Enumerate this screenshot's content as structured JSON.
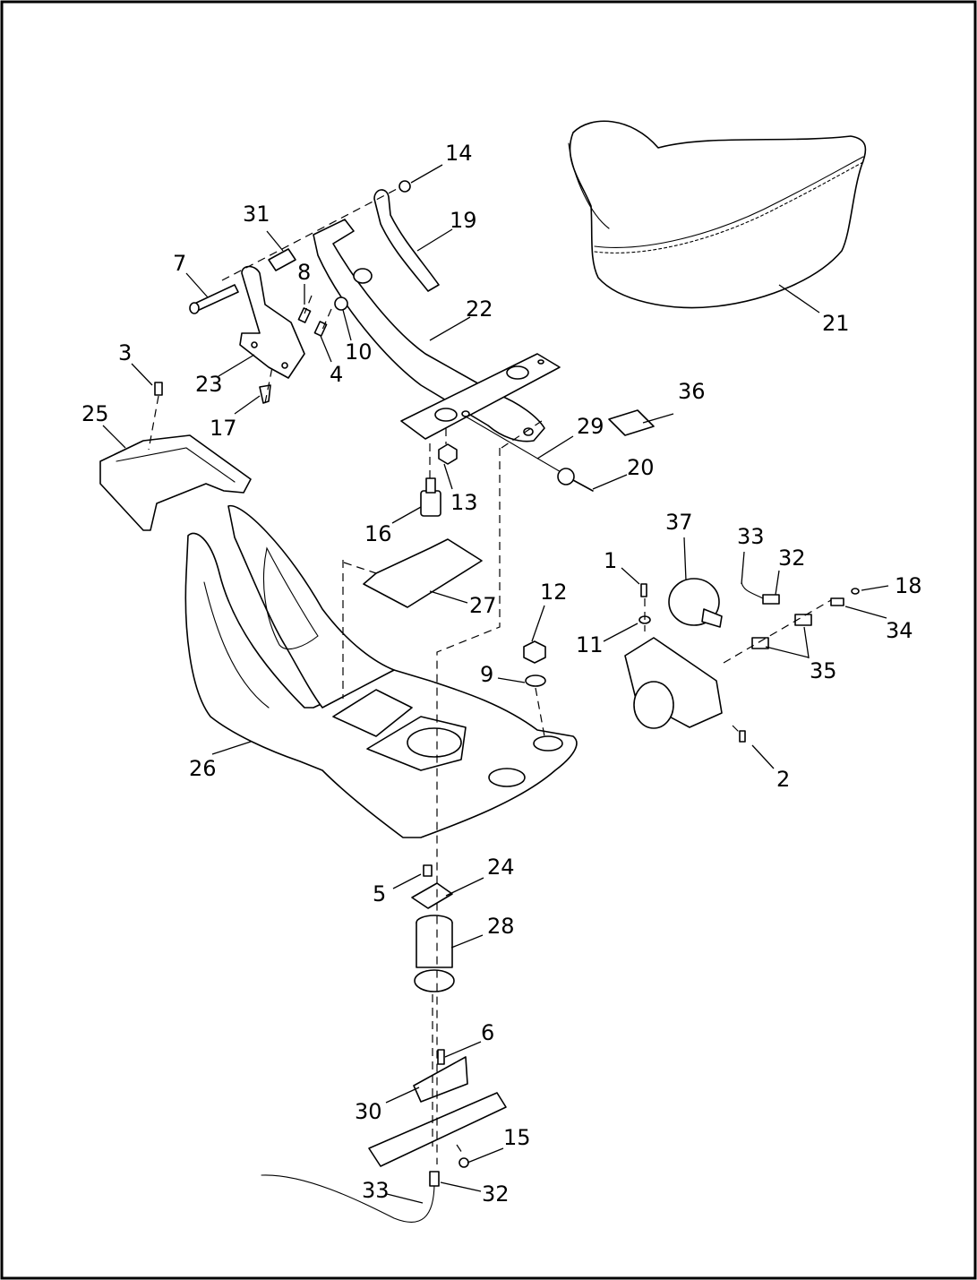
{
  "callouts": [
    {
      "id": "c1",
      "text": "1"
    },
    {
      "id": "c2",
      "text": "2"
    },
    {
      "id": "c3",
      "text": "3"
    },
    {
      "id": "c4",
      "text": "4"
    },
    {
      "id": "c5",
      "text": "5"
    },
    {
      "id": "c6",
      "text": "6"
    },
    {
      "id": "c7",
      "text": "7"
    },
    {
      "id": "c8",
      "text": "8"
    },
    {
      "id": "c9",
      "text": "9"
    },
    {
      "id": "c10",
      "text": "10"
    },
    {
      "id": "c11",
      "text": "11"
    },
    {
      "id": "c12",
      "text": "12"
    },
    {
      "id": "c13",
      "text": "13"
    },
    {
      "id": "c14",
      "text": "14"
    },
    {
      "id": "c15",
      "text": "15"
    },
    {
      "id": "c16",
      "text": "16"
    },
    {
      "id": "c17",
      "text": "17"
    },
    {
      "id": "c18",
      "text": "18"
    },
    {
      "id": "c19",
      "text": "19"
    },
    {
      "id": "c20",
      "text": "20"
    },
    {
      "id": "c21",
      "text": "21"
    },
    {
      "id": "c22",
      "text": "22"
    },
    {
      "id": "c23",
      "text": "23"
    },
    {
      "id": "c24",
      "text": "24"
    },
    {
      "id": "c25",
      "text": "25"
    },
    {
      "id": "c26",
      "text": "26"
    },
    {
      "id": "c27",
      "text": "27"
    },
    {
      "id": "c28",
      "text": "28"
    },
    {
      "id": "c29",
      "text": "29"
    },
    {
      "id": "c30",
      "text": "30"
    },
    {
      "id": "c31",
      "text": "31"
    },
    {
      "id": "c32a",
      "text": "32"
    },
    {
      "id": "c32b",
      "text": "32"
    },
    {
      "id": "c33a",
      "text": "33"
    },
    {
      "id": "c33b",
      "text": "33"
    },
    {
      "id": "c34",
      "text": "34"
    },
    {
      "id": "c35",
      "text": "35"
    },
    {
      "id": "c36",
      "text": "36"
    },
    {
      "id": "c37",
      "text": "37"
    }
  ]
}
